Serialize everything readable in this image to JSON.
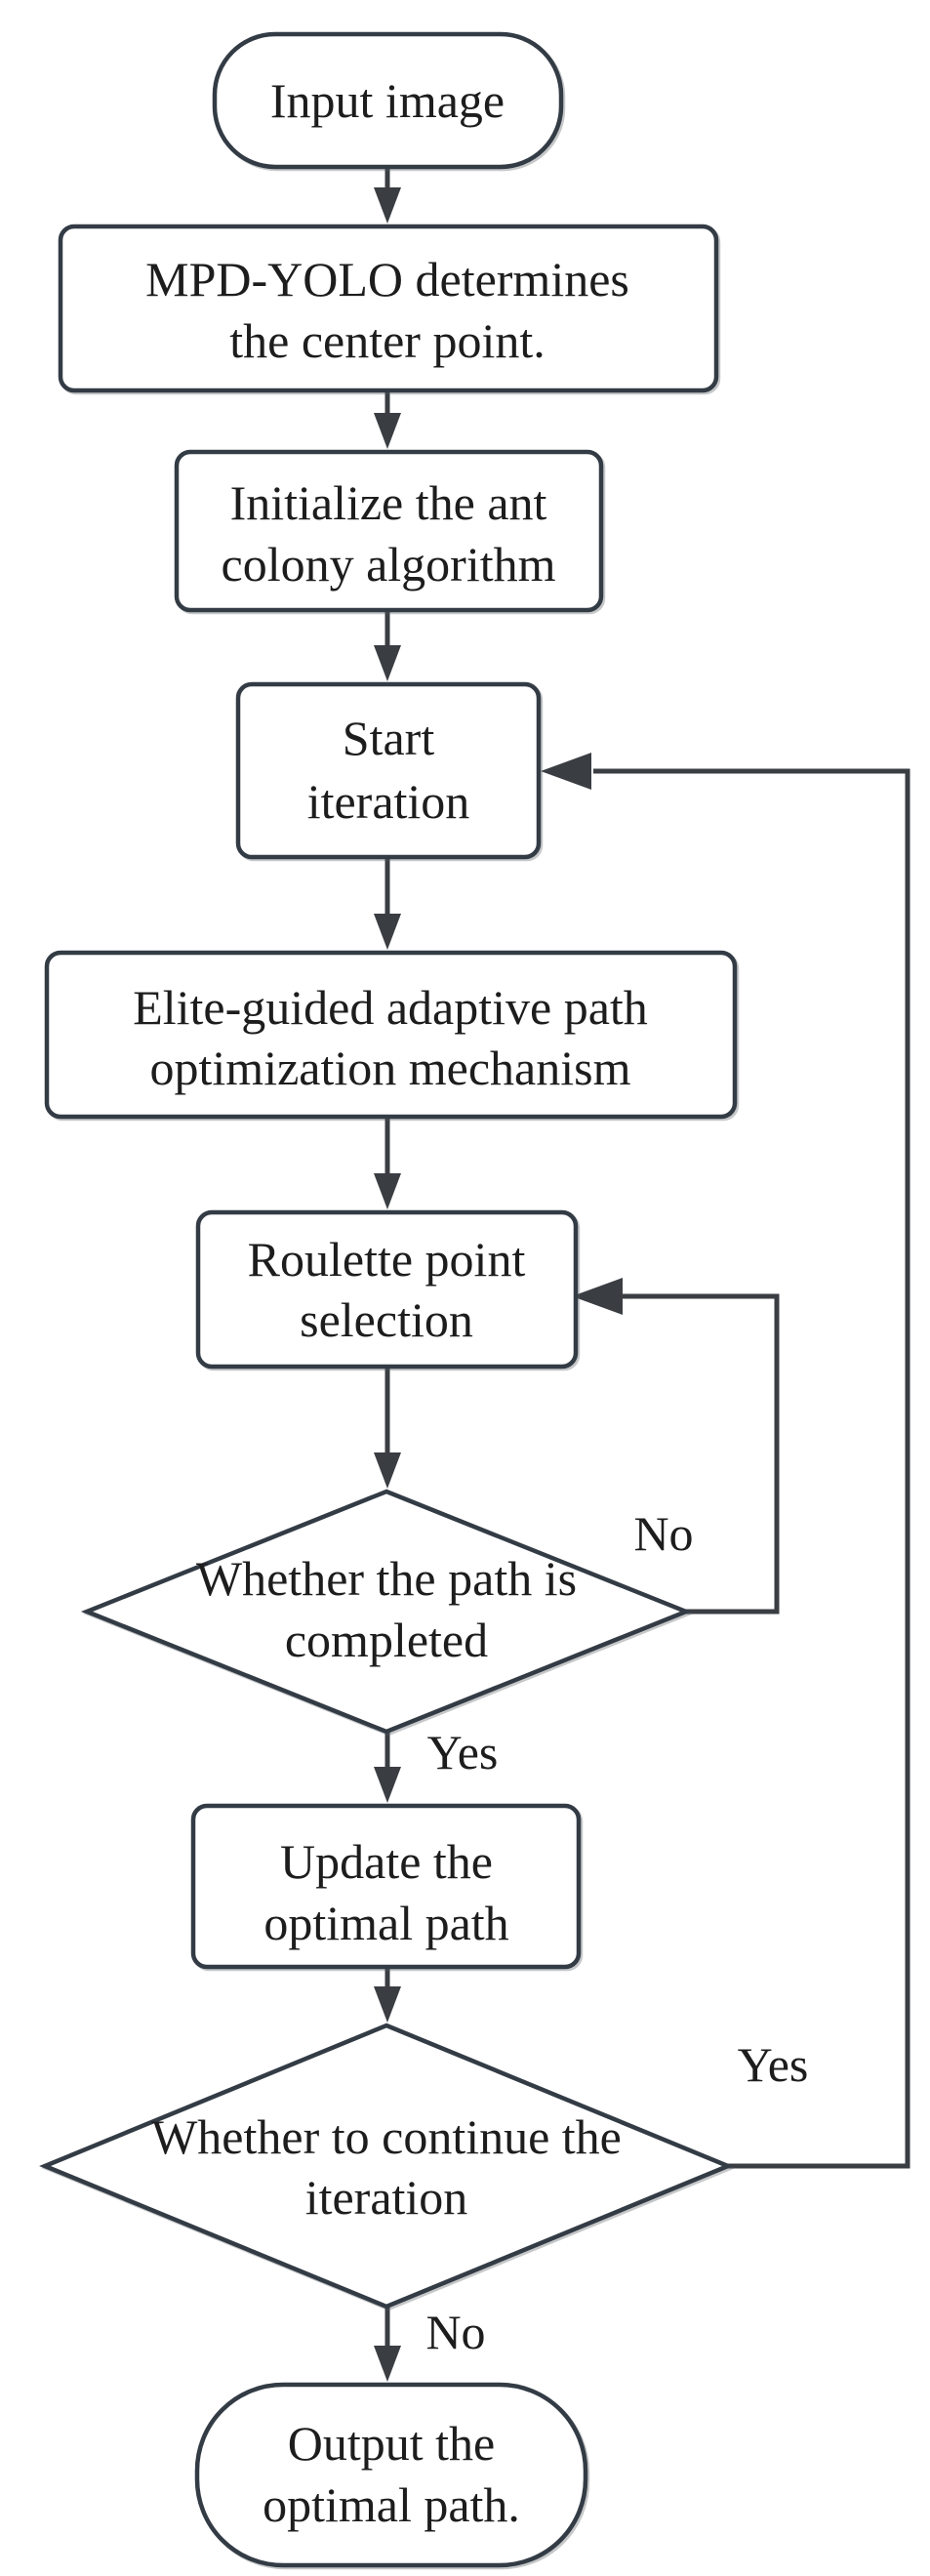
{
  "figure": {
    "kind": "flowchart",
    "description": "Flowchart of MPD-YOLO guided ant colony optimal path algorithm",
    "background": "#ffffff",
    "stroke_color": "#333b45",
    "arrow_color": "#3a3e43",
    "text_color": "#1d1d1d"
  },
  "nodes": {
    "input": {
      "shape": "stadium",
      "text": "Input image",
      "lines": [
        "Input image"
      ]
    },
    "mpd": {
      "shape": "rect",
      "text": "MPD-YOLO determines the center point.",
      "lines": [
        "MPD-YOLO determines",
        "the center point."
      ]
    },
    "init": {
      "shape": "rect",
      "text": "Initialize the ant colony algorithm",
      "lines": [
        "Initialize the ant",
        "colony algorithm"
      ]
    },
    "start": {
      "shape": "rect",
      "text": "Start iteration",
      "lines": [
        "Start",
        "iteration"
      ]
    },
    "elite": {
      "shape": "rect",
      "text": "Elite-guided adaptive path optimization mechanism",
      "lines": [
        "Elite-guided adaptive path",
        "optimization mechanism"
      ]
    },
    "roulette": {
      "shape": "rect",
      "text": "Roulette point selection",
      "lines": [
        "Roulette point",
        "selection"
      ]
    },
    "pathdone": {
      "shape": "diamond",
      "text": "Whether the path is completed",
      "lines": [
        "Whether the path is",
        "completed"
      ]
    },
    "update": {
      "shape": "rect",
      "text": "Update the optimal path",
      "lines": [
        "Update the",
        "optimal path"
      ]
    },
    "continue": {
      "shape": "diamond",
      "text": "Whether to continue the iteration",
      "lines": [
        "Whether to continue the",
        "iteration"
      ]
    },
    "output": {
      "shape": "stadium",
      "text": "Output the optimal path.",
      "lines": [
        "Output the",
        "optimal path."
      ]
    }
  },
  "edge_labels": {
    "pathdone_no": "No",
    "pathdone_yes": "Yes",
    "continue_yes": "Yes",
    "continue_no": "No"
  },
  "edges": [
    {
      "from": "input",
      "to": "mpd",
      "label": ""
    },
    {
      "from": "mpd",
      "to": "init",
      "label": ""
    },
    {
      "from": "init",
      "to": "start",
      "label": ""
    },
    {
      "from": "start",
      "to": "elite",
      "label": ""
    },
    {
      "from": "elite",
      "to": "roulette",
      "label": ""
    },
    {
      "from": "roulette",
      "to": "pathdone",
      "label": ""
    },
    {
      "from": "pathdone",
      "to": "roulette",
      "label": "No"
    },
    {
      "from": "pathdone",
      "to": "update",
      "label": "Yes"
    },
    {
      "from": "update",
      "to": "continue",
      "label": ""
    },
    {
      "from": "continue",
      "to": "start",
      "label": "Yes"
    },
    {
      "from": "continue",
      "to": "output",
      "label": "No"
    }
  ]
}
